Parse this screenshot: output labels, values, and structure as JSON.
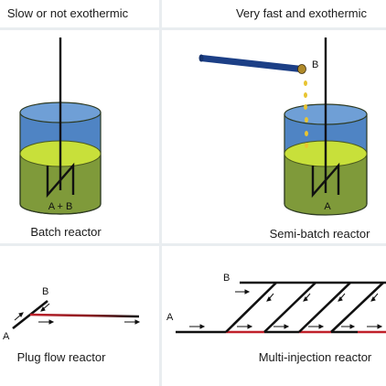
{
  "columns": {
    "left_header": "Slow or not exothermic",
    "right_header": "Very fast and exothermic"
  },
  "reactors": {
    "batch": {
      "caption": "Batch reactor",
      "content_label": "A + B"
    },
    "semi_batch": {
      "caption": "Semi-batch reactor",
      "content_label": "A",
      "feed_label": "B"
    },
    "plug_flow": {
      "caption": "Plug flow reactor",
      "inlet_a": "A",
      "inlet_b": "B"
    },
    "multi_injection": {
      "caption": "Multi-injection reactor",
      "inlet_a": "A",
      "inlet_b": "B"
    }
  },
  "colors": {
    "vessel_top": "#4f84c4",
    "liquid_surface": "#c8e03a",
    "liquid_body": "#7f9a3a",
    "stirrer": "#111111",
    "feed_tube": "#1c3f86",
    "drip": "#e8c431",
    "reaction_zone": "#c0202a"
  }
}
